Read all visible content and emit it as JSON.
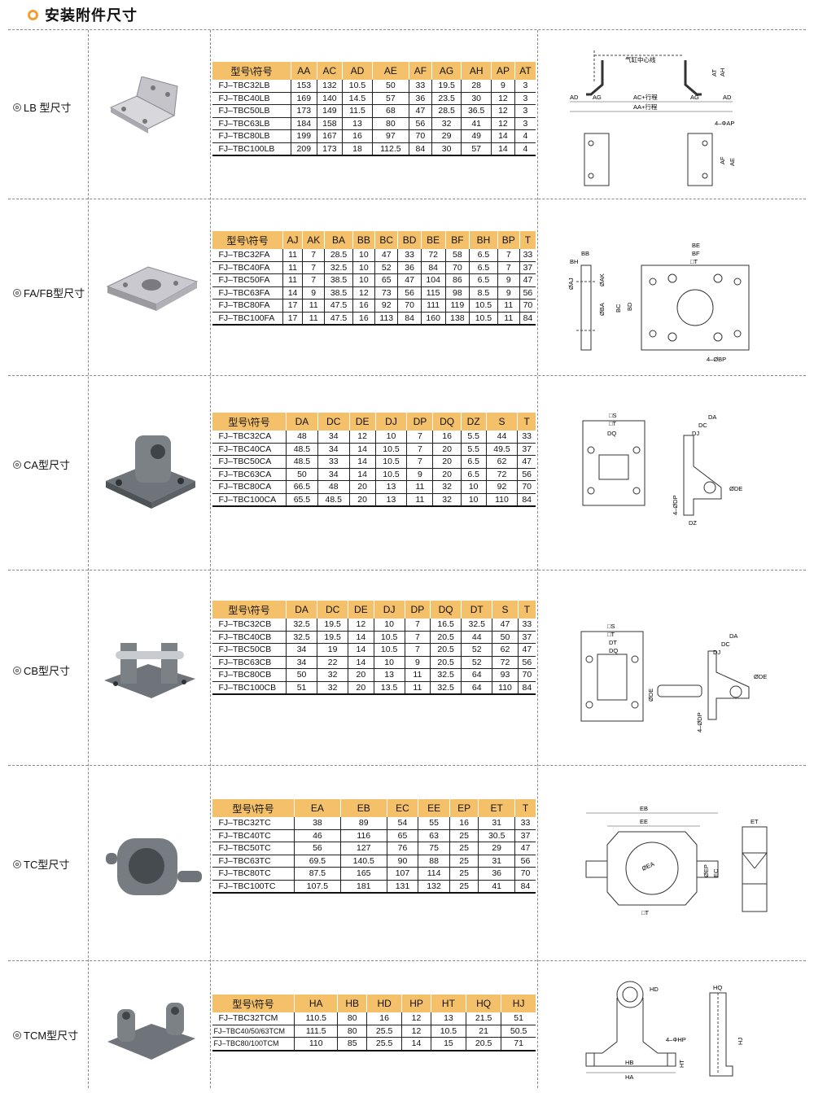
{
  "page": {
    "title": "安装附件尺寸"
  },
  "colors": {
    "accent": "#f0a032",
    "header_bg": "#f5c06a"
  },
  "sections": [
    {
      "label": "LB 型尺寸",
      "headers": [
        "型号\\符号",
        "AA",
        "AC",
        "AD",
        "AE",
        "AF",
        "AG",
        "AH",
        "AP",
        "AT"
      ],
      "rows": [
        [
          "FJ–TBC32LB",
          "153",
          "132",
          "10.5",
          "50",
          "33",
          "19.5",
          "28",
          "9",
          "3"
        ],
        [
          "FJ–TBC40LB",
          "169",
          "140",
          "14.5",
          "57",
          "36",
          "23.5",
          "30",
          "12",
          "3"
        ],
        [
          "FJ–TBC50LB",
          "173",
          "149",
          "11.5",
          "68",
          "47",
          "28.5",
          "36.5",
          "12",
          "3"
        ],
        [
          "FJ–TBC63LB",
          "184",
          "158",
          "13",
          "80",
          "56",
          "32",
          "41",
          "12",
          "3"
        ],
        [
          "FJ–TBC80LB",
          "199",
          "167",
          "16",
          "97",
          "70",
          "29",
          "49",
          "14",
          "4"
        ],
        [
          "FJ–TBC100LB",
          "209",
          "173",
          "18",
          "112.5",
          "84",
          "30",
          "57",
          "14",
          "4"
        ]
      ],
      "drawing_labels": [
        "气缸中心线",
        "AD",
        "AG",
        "AC+行程",
        "AA+行程",
        "AG",
        "AD",
        "AT",
        "AH",
        "4–ΦAP",
        "AF",
        "AE"
      ]
    },
    {
      "label": "FA/FB型尺寸",
      "headers": [
        "型号\\符号",
        "AJ",
        "AK",
        "BA",
        "BB",
        "BC",
        "BD",
        "BE",
        "BF",
        "BH",
        "BP",
        "T"
      ],
      "rows": [
        [
          "FJ–TBC32FA",
          "11",
          "7",
          "28.5",
          "10",
          "47",
          "33",
          "72",
          "58",
          "6.5",
          "7",
          "33"
        ],
        [
          "FJ–TBC40FA",
          "11",
          "7",
          "32.5",
          "10",
          "52",
          "36",
          "84",
          "70",
          "6.5",
          "7",
          "37"
        ],
        [
          "FJ–TBC50FA",
          "11",
          "7",
          "38.5",
          "10",
          "65",
          "47",
          "104",
          "86",
          "6.5",
          "9",
          "47"
        ],
        [
          "FJ–TBC63FA",
          "14",
          "9",
          "38.5",
          "12",
          "73",
          "56",
          "115",
          "98",
          "8.5",
          "9",
          "56"
        ],
        [
          "FJ–TBC80FA",
          "17",
          "11",
          "47.5",
          "16",
          "92",
          "70",
          "111",
          "119",
          "10.5",
          "11",
          "70"
        ],
        [
          "FJ–TBC100FA",
          "17",
          "11",
          "47.5",
          "16",
          "113",
          "84",
          "160",
          "138",
          "10.5",
          "11",
          "84"
        ]
      ],
      "drawing_labels": [
        "BB",
        "BH",
        "ØAJ",
        "ØAK",
        "ØBA",
        "BC",
        "BD",
        "BE",
        "BF",
        "□T",
        "4–ØBP"
      ]
    },
    {
      "label": "CA型尺寸",
      "headers": [
        "型号\\符号",
        "DA",
        "DC",
        "DE",
        "DJ",
        "DP",
        "DQ",
        "DZ",
        "S",
        "T"
      ],
      "rows": [
        [
          "FJ–TBC32CA",
          "48",
          "34",
          "12",
          "10",
          "7",
          "16",
          "5.5",
          "44",
          "33"
        ],
        [
          "FJ–TBC40CA",
          "48.5",
          "34",
          "14",
          "10.5",
          "7",
          "20",
          "5.5",
          "49.5",
          "37"
        ],
        [
          "FJ–TBC50CA",
          "48.5",
          "33",
          "14",
          "10.5",
          "7",
          "20",
          "6.5",
          "62",
          "47"
        ],
        [
          "FJ–TBC63CA",
          "50",
          "34",
          "14",
          "10.5",
          "9",
          "20",
          "6.5",
          "72",
          "56"
        ],
        [
          "FJ–TBC80CA",
          "66.5",
          "48",
          "20",
          "13",
          "11",
          "32",
          "10",
          "92",
          "70"
        ],
        [
          "FJ–TBC100CA",
          "65.5",
          "48.5",
          "20",
          "13",
          "11",
          "32",
          "10",
          "110",
          "84"
        ]
      ],
      "drawing_labels": [
        "□S",
        "□T",
        "DQ",
        "DA",
        "DC",
        "DJ",
        "ØDE",
        "4–ØDP",
        "DZ"
      ]
    },
    {
      "label": "CB型尺寸",
      "headers": [
        "型号\\符号",
        "DA",
        "DC",
        "DE",
        "DJ",
        "DP",
        "DQ",
        "DT",
        "S",
        "T"
      ],
      "rows": [
        [
          "FJ–TBC32CB",
          "32.5",
          "19.5",
          "12",
          "10",
          "7",
          "16.5",
          "32.5",
          "47",
          "33"
        ],
        [
          "FJ–TBC40CB",
          "32.5",
          "19.5",
          "14",
          "10.5",
          "7",
          "20.5",
          "44",
          "50",
          "37"
        ],
        [
          "FJ–TBC50CB",
          "34",
          "19",
          "14",
          "10.5",
          "7",
          "20.5",
          "52",
          "62",
          "47"
        ],
        [
          "FJ–TBC63CB",
          "34",
          "22",
          "14",
          "10",
          "9",
          "20.5",
          "52",
          "72",
          "56"
        ],
        [
          "FJ–TBC80CB",
          "50",
          "32",
          "20",
          "13",
          "11",
          "32.5",
          "64",
          "93",
          "70"
        ],
        [
          "FJ–TBC100CB",
          "51",
          "32",
          "20",
          "13.5",
          "11",
          "32.5",
          "64",
          "110",
          "84"
        ]
      ],
      "drawing_labels": [
        "□S",
        "□T",
        "DT",
        "DQ",
        "ØDE",
        "DA",
        "DC",
        "DJ",
        "ØDE",
        "4–ØDP"
      ]
    },
    {
      "label": "TC型尺寸",
      "headers": [
        "型号\\符号",
        "EA",
        "EB",
        "EC",
        "EE",
        "EP",
        "ET",
        "T"
      ],
      "rows": [
        [
          "FJ–TBC32TC",
          "38",
          "89",
          "54",
          "55",
          "16",
          "31",
          "33"
        ],
        [
          "FJ–TBC40TC",
          "46",
          "116",
          "65",
          "63",
          "25",
          "30.5",
          "37"
        ],
        [
          "FJ–TBC50TC",
          "56",
          "127",
          "76",
          "75",
          "25",
          "29",
          "47"
        ],
        [
          "FJ–TBC63TC",
          "69.5",
          "140.5",
          "90",
          "88",
          "25",
          "31",
          "56"
        ],
        [
          "FJ–TBC80TC",
          "87.5",
          "165",
          "107",
          "114",
          "25",
          "36",
          "70"
        ],
        [
          "FJ–TBC100TC",
          "107.5",
          "181",
          "131",
          "132",
          "25",
          "41",
          "84"
        ]
      ],
      "drawing_labels": [
        "EB",
        "EE",
        "ØEA",
        "ØEP",
        "EC",
        "□T",
        "ET"
      ]
    },
    {
      "label": "TCM型尺寸",
      "headers": [
        "型号\\符号",
        "HA",
        "HB",
        "HD",
        "HP",
        "HT",
        "HQ",
        "HJ"
      ],
      "rows": [
        [
          "FJ–TBC32TCM",
          "110.5",
          "80",
          "16",
          "12",
          "13",
          "21.5",
          "51"
        ],
        [
          "FJ–TBC40/50/63TCM",
          "111.5",
          "80",
          "25.5",
          "12",
          "10.5",
          "21",
          "50.5"
        ],
        [
          "FJ–TBC80/100TCM",
          "110",
          "85",
          "25.5",
          "14",
          "15",
          "20.5",
          "71"
        ]
      ],
      "drawing_labels": [
        "HD",
        "4–ΦHP",
        "HB",
        "HA",
        "HT",
        "HQ",
        "HJ"
      ]
    }
  ]
}
